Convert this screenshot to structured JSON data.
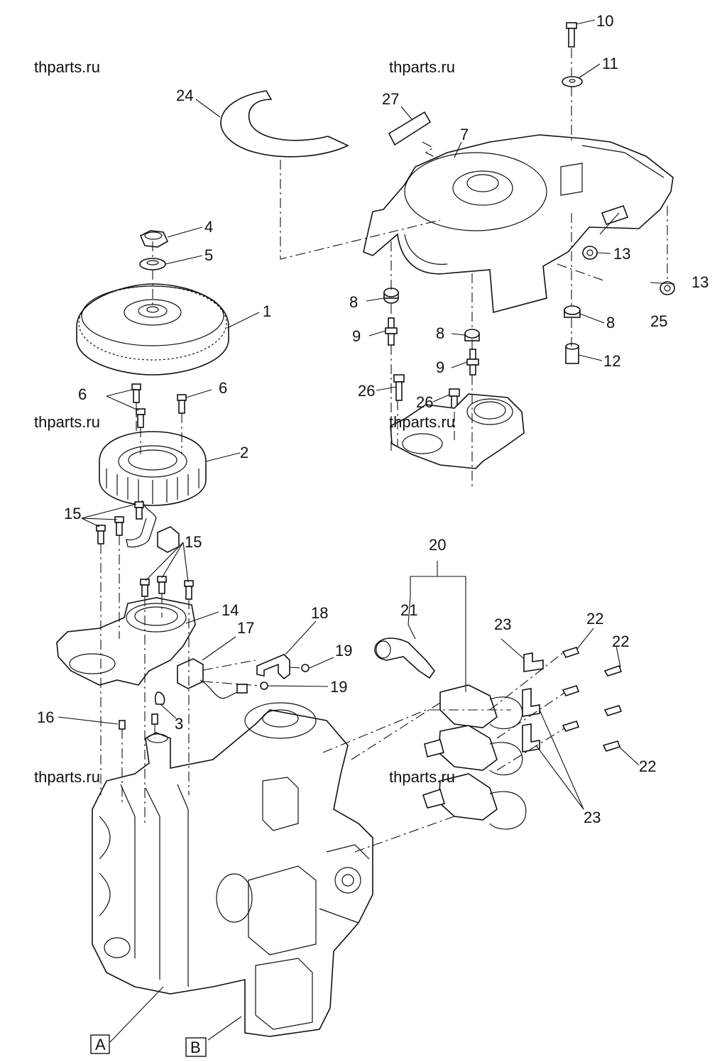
{
  "watermarks": [
    "thparts.ru",
    "thparts.ru",
    "thparts.ru",
    "thparts.ru",
    "thparts.ru",
    "thparts.ru"
  ],
  "callouts": {
    "c1": "1",
    "c2": "2",
    "c3": "3",
    "c4": "4",
    "c5": "5",
    "c6a": "6",
    "c6b": "6",
    "c7": "7",
    "c8a": "8",
    "c8b": "8",
    "c8c": "8",
    "c9a": "9",
    "c9b": "9",
    "c10": "10",
    "c11": "11",
    "c12": "12",
    "c13a": "13",
    "c13b": "13",
    "c14": "14",
    "c15a": "15",
    "c15b": "15",
    "c16": "16",
    "c17": "17",
    "c18": "18",
    "c19a": "19",
    "c19b": "19",
    "c20": "20",
    "c21": "21",
    "c22a": "22",
    "c22b": "22",
    "c22c": "22",
    "c23a": "23",
    "c23b": "23",
    "c24": "24",
    "c25": "25",
    "c26a": "26",
    "c26b": "26",
    "c27": "27"
  },
  "refs": {
    "a": "A",
    "b": "B"
  }
}
